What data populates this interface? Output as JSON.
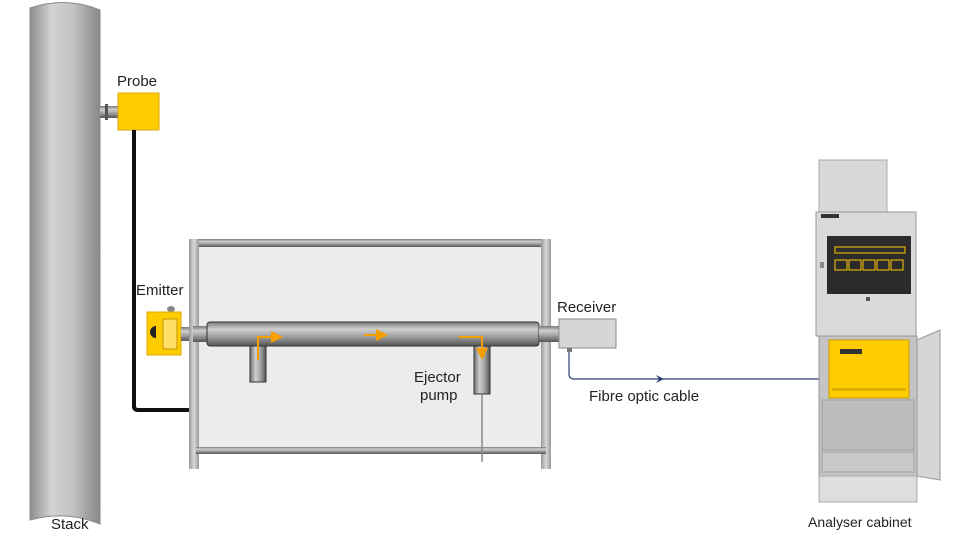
{
  "labels": {
    "probe": "Probe",
    "emitter": "Emitter",
    "receiver": "Receiver",
    "ejector_pump_line1": "Ejector",
    "ejector_pump_line2": "pump",
    "fibre_optic_cable": "Fibre optic cable",
    "stack": "Stack",
    "analyser_cabinet": "Analyser cabinet"
  },
  "colors": {
    "accent_yellow": "#ffcc00",
    "flow_arrow": "#f5a000",
    "fibre_cable": "#2c3e72",
    "metal": "#b4b4b4",
    "frame_fill": "#ececec"
  }
}
